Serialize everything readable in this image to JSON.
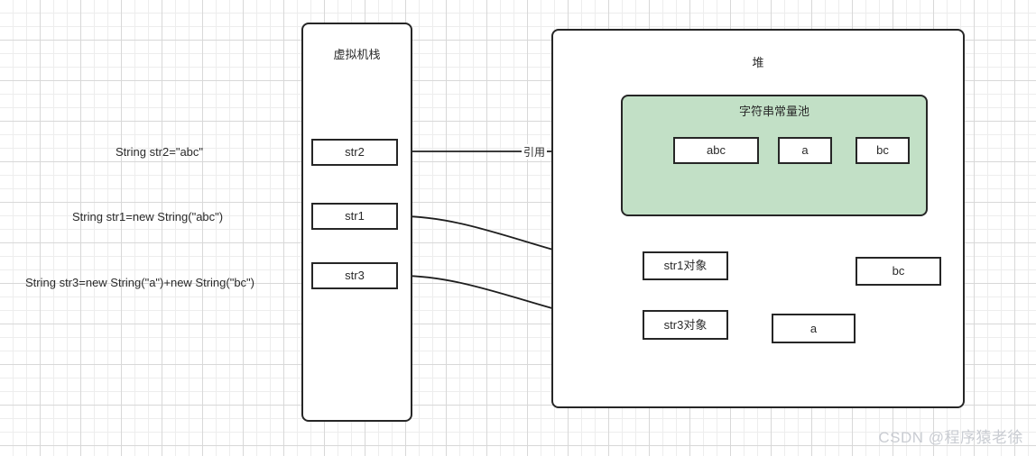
{
  "diagram": {
    "title_stack": "虚拟机栈",
    "title_heap": "堆",
    "title_pool": "字符串常量池",
    "colors": {
      "pool_fill": "#c2e0c6",
      "stroke": "#262626",
      "grid_minor": "#ededed",
      "grid_major": "#d8d8d8",
      "watermark": "#c9ccd2"
    }
  },
  "code_labels": [
    {
      "text": "String str2=\"abc\""
    },
    {
      "text": "String str1=new String(\"abc\")"
    },
    {
      "text": "String str3=new String(\"a\")+new String(\"bc\")"
    }
  ],
  "stack_frames": [
    {
      "label": "str2"
    },
    {
      "label": "str1"
    },
    {
      "label": "str3"
    }
  ],
  "pool_entries": [
    {
      "label": "abc"
    },
    {
      "label": "a"
    },
    {
      "label": "bc"
    }
  ],
  "heap_objects": [
    {
      "label": "str1对象"
    },
    {
      "label": "str3对象"
    },
    {
      "label": "bc"
    },
    {
      "label": "a"
    }
  ],
  "edges": [
    {
      "from": "str2",
      "to": "abc",
      "label": "引用"
    },
    {
      "from": "str1",
      "to": "str1对象",
      "label": ""
    },
    {
      "from": "str3",
      "to": "str3对象",
      "label": ""
    },
    {
      "from": "str1对象",
      "to": "abc",
      "label": ""
    },
    {
      "from": "str3对象",
      "to": "abc",
      "label": ""
    },
    {
      "from": "a",
      "to": "a",
      "label": ""
    },
    {
      "from": "bc",
      "to": "bc",
      "label": ""
    }
  ],
  "watermark": {
    "text": "CSDN @程序猿老徐"
  }
}
